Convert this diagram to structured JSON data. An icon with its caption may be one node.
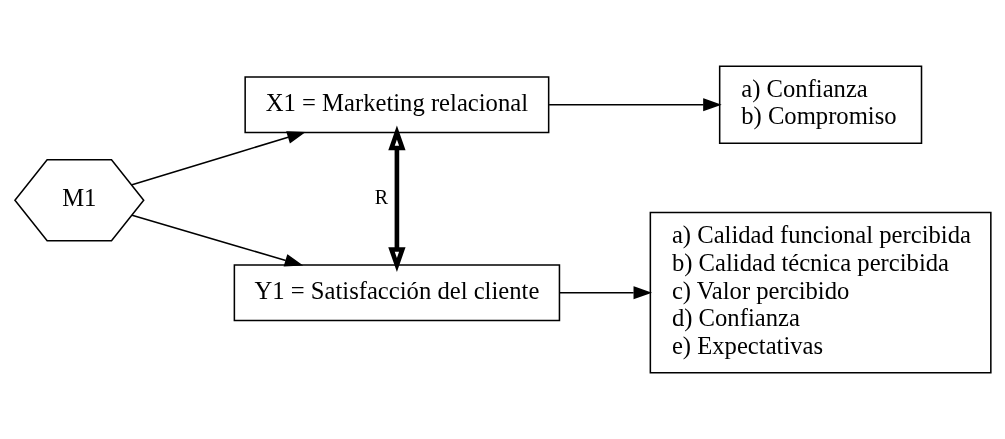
{
  "diagram": {
    "nodes": [
      {
        "text": [
          "M1"
        ]
      },
      {
        "text": [
          "X1 = Marketing relacional"
        ]
      },
      {
        "text": [
          "Y1 = Satisfacción del cliente"
        ]
      },
      {
        "text": [
          "a) Confianza",
          "b) Compromiso"
        ]
      },
      {
        "text": [
          "a) Calidad funcional percibida",
          "b) Calidad técnica percibida",
          "c) Valor percibido",
          "d) Confianza",
          "e) Expectativas"
        ]
      }
    ],
    "edges": [
      {
        "from": 0,
        "to": 1,
        "arrow": "to"
      },
      {
        "from": 0,
        "to": 2,
        "arrow": "to"
      },
      {
        "from": 1,
        "to": 2,
        "arrow": "both",
        "label": "R",
        "style": "thick"
      },
      {
        "from": 1,
        "to": 3,
        "arrow": "to"
      },
      {
        "from": 2,
        "to": 4,
        "arrow": "to"
      }
    ]
  }
}
